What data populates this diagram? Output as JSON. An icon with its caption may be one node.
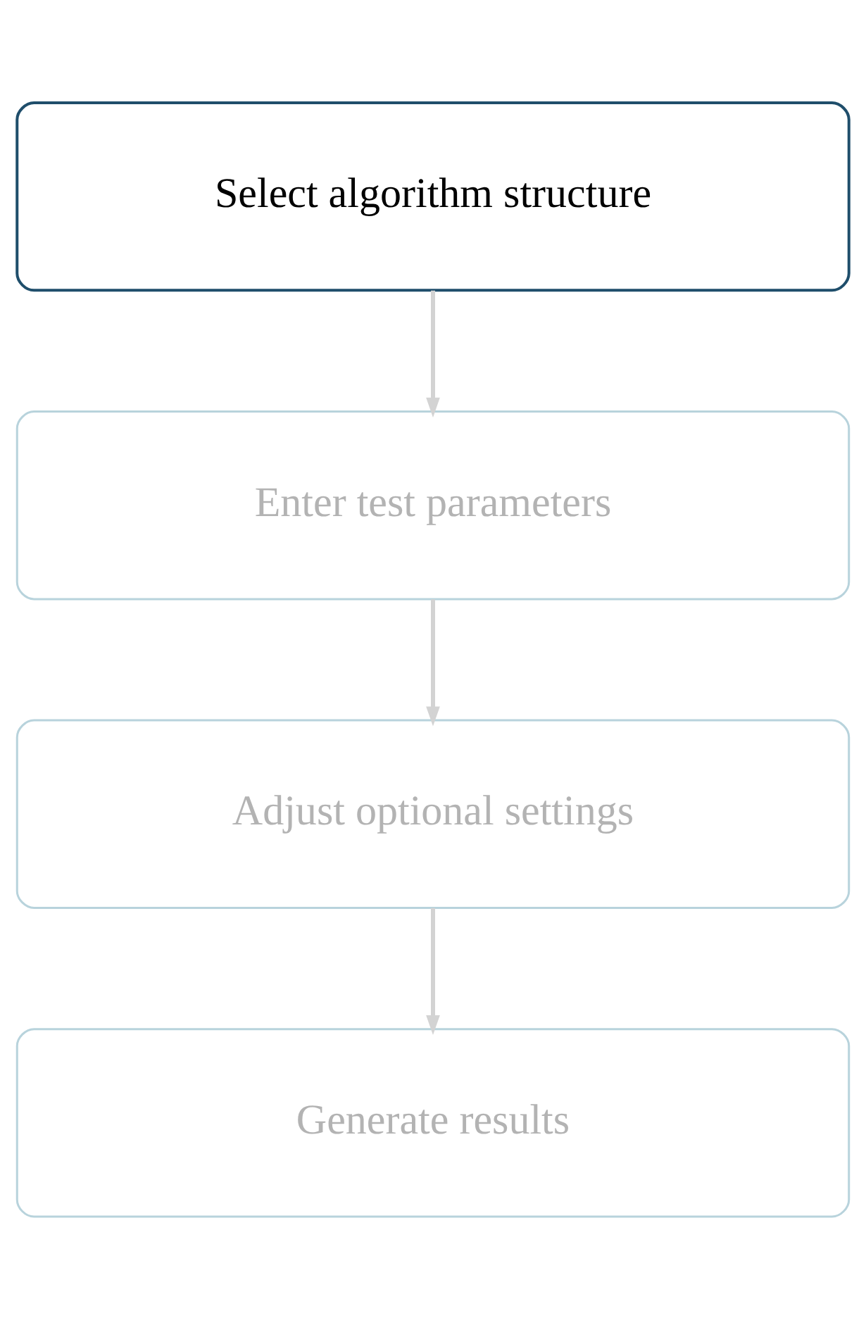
{
  "diagram": {
    "nodes": [
      {
        "text": [
          "Select algorithm structure"
        ]
      },
      {
        "text": [
          "Enter test parameters"
        ]
      },
      {
        "text": [
          "Adjust optional settings"
        ]
      },
      {
        "text": [
          "Generate results"
        ]
      }
    ],
    "edges": [
      {
        "from": 0,
        "to": 1,
        "arrow": "to"
      },
      {
        "from": 1,
        "to": 2,
        "arrow": "to"
      },
      {
        "from": 2,
        "to": 3,
        "arrow": "to"
      }
    ]
  }
}
